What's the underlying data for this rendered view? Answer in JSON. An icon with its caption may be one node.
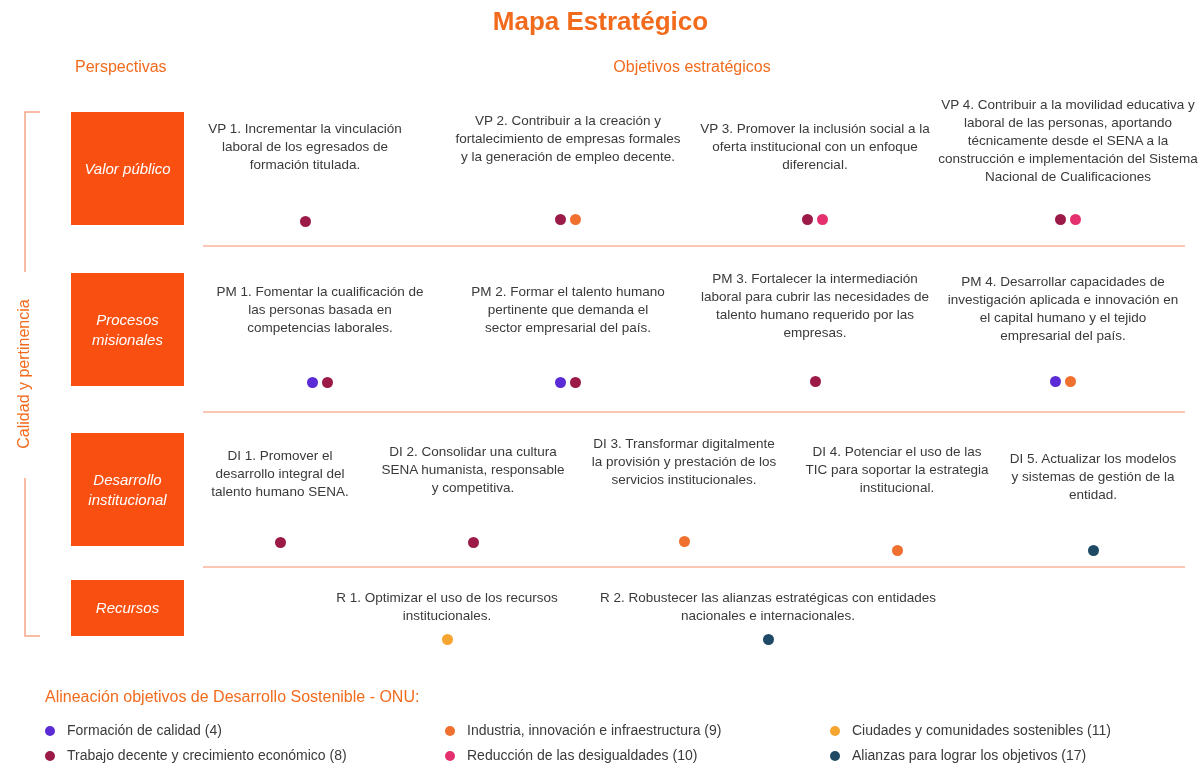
{
  "diagram": {
    "title": "Mapa Estratégico",
    "nodes": [
      {
        "text": [
          "Valor público"
        ]
      },
      {
        "text": [
          "Procesos misionales"
        ]
      },
      {
        "text": [
          "Desarrollo institucional"
        ]
      },
      {
        "text": [
          "Recursos"
        ]
      }
    ],
    "labels": [
      "Perspectivas",
      "Objetivos estratégicos",
      "Calidad y pertinencia",
      "VP 1. Incrementar la vinculación laboral de los egresados de formación titulada.",
      "VP 2. Contribuir a la creación y fortalecimiento de empresas formales y la generación de empleo decente.",
      "VP 3. Promover la inclusión social a la oferta institucional con un enfoque diferencial.",
      "VP 4. Contribuir a la movilidad educativa y laboral de las personas, aportando técnicamente desde el SENA a la construcción e implementación del Sistema Nacional de Cualificaciones",
      "PM 1. Fomentar la cualificación de las personas basada en competencias laborales.",
      "PM 2. Formar el talento humano pertinente que demanda el sector empresarial del país.",
      "PM 3. Fortalecer la intermediación laboral para cubrir las necesidades de talento humano requerido por las empresas.",
      "PM 4. Desarrollar capacidades de investigación aplicada e innovación en el capital humano y el tejido empresarial del país.",
      "DI 1. Promover el desarrollo integral del talento humano SENA.",
      "DI 2. Consolidar una cultura SENA humanista, responsable y competitiva.",
      "DI 3. Transformar digitalmente la provisión y prestación de los servicios institucionales.",
      "DI 4. Potenciar el uso de las TIC para soportar la estrategia institucional.",
      "DI 5. Actualizar los modelos y sistemas de gestión de la entidad.",
      "R 1. Optimizar el uso de los recursos institucionales.",
      "R 2. Robustecer las alianzas estratégicas con entidades nacionales e internacionales.",
      "Alineación objetivos de Desarrollo Sostenible - ONU:"
    ],
    "legend": [
      {
        "text": "Formación de calidad (4)",
        "color": "#5b2bd6"
      },
      {
        "text": "Industria, innovación e infraestructura (9)",
        "color": "#f07030"
      },
      {
        "text": "Ciudades y comunidades sostenibles (11)",
        "color": "#f5a530"
      },
      {
        "text": "Trabajo decente y crecimiento económico (8)",
        "color": "#9b1a47"
      },
      {
        "text": "Reducción de las desigualdades (10)",
        "color": "#e4306e"
      },
      {
        "text": "Alianzas para lograr los objetivos (17)",
        "color": "#1e4a66"
      }
    ]
  }
}
